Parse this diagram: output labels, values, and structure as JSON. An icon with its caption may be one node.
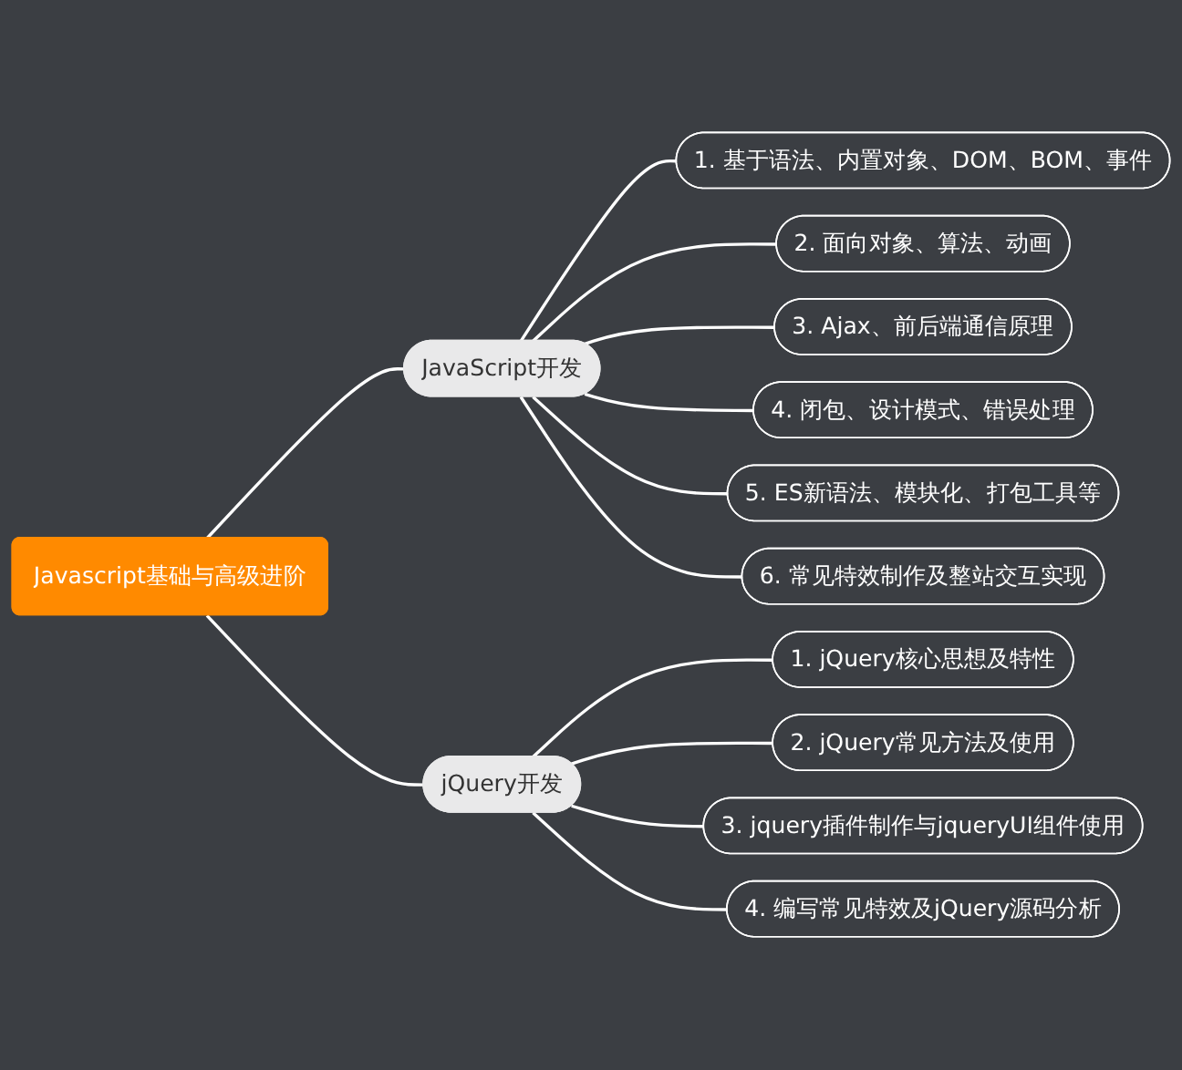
{
  "diagram": {
    "nodes": [
      {
        "text": [
          "Javascript基础与高级进阶"
        ]
      },
      {
        "text": [
          "JavaScript开发"
        ]
      },
      {
        "text": [
          "jQuery开发"
        ]
      },
      {
        "text": [
          "1. 基于语法、内置对象、DOM、BOM、事件"
        ]
      },
      {
        "text": [
          "2. 面向对象、算法、动画"
        ]
      },
      {
        "text": [
          "3. Ajax、前后端通信原理"
        ]
      },
      {
        "text": [
          "4. 闭包、设计模式、错误处理"
        ]
      },
      {
        "text": [
          "5. ES新语法、模块化、打包工具等"
        ]
      },
      {
        "text": [
          "6. 常见特效制作及整站交互实现"
        ]
      },
      {
        "text": [
          "1. jQuery核心思想及特性"
        ]
      },
      {
        "text": [
          "2. jQuery常见方法及使用"
        ]
      },
      {
        "text": [
          "3. jquery插件制作与jqueryUI组件使用"
        ]
      },
      {
        "text": [
          "4. 编写常见特效及jQuery源码分析"
        ]
      }
    ],
    "edges": [
      {
        "from": 0,
        "to": 1,
        "arrow": "none"
      },
      {
        "from": 0,
        "to": 2,
        "arrow": "none"
      },
      {
        "from": 1,
        "to": 3,
        "arrow": "none"
      },
      {
        "from": 1,
        "to": 4,
        "arrow": "none"
      },
      {
        "from": 1,
        "to": 5,
        "arrow": "none"
      },
      {
        "from": 1,
        "to": 6,
        "arrow": "none"
      },
      {
        "from": 1,
        "to": 7,
        "arrow": "none"
      },
      {
        "from": 1,
        "to": 8,
        "arrow": "none"
      },
      {
        "from": 2,
        "to": 9,
        "arrow": "none"
      },
      {
        "from": 2,
        "to": 10,
        "arrow": "none"
      },
      {
        "from": 2,
        "to": 11,
        "arrow": "none"
      },
      {
        "from": 2,
        "to": 12,
        "arrow": "none"
      }
    ]
  }
}
